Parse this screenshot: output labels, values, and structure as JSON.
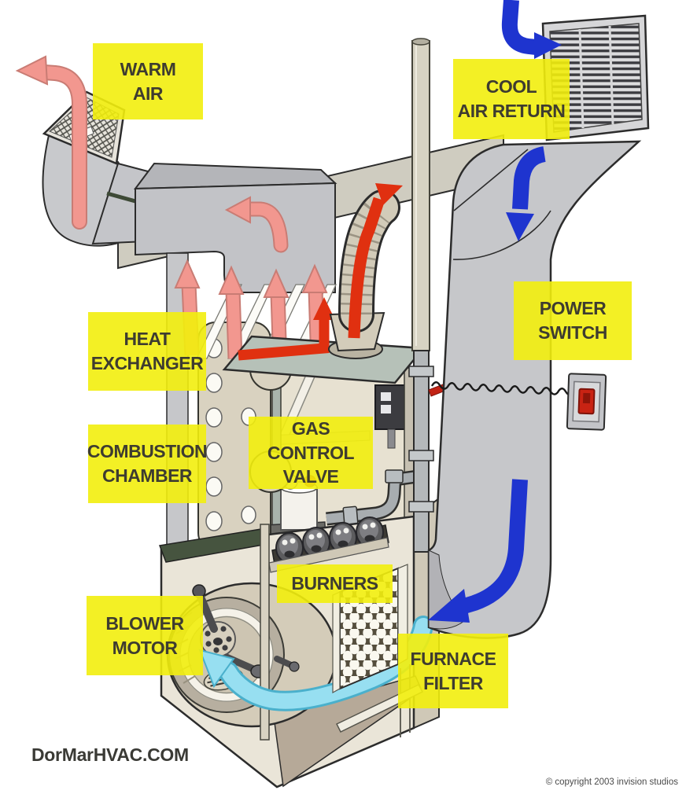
{
  "labels": {
    "warm_air": "WARM\nAIR",
    "cool_air_return": "COOL\nAIR RETURN",
    "heat_exchanger": "HEAT\nEXCHANGER",
    "combustion_chamber": "COMBUSTION\nCHAMBER",
    "gas_control_valve": "GAS CONTROL\nVALVE",
    "power_switch": "POWER\nSWITCH",
    "burners": "BURNERS",
    "blower_motor": "BLOWER\nMOTOR",
    "furnace_filter": "FURNACE\nFILTER"
  },
  "footer": {
    "website": "DorMarHVAC.COM",
    "copyright": "© copyright 2003 invision studios"
  },
  "colors": {
    "label_bg": "#f2ee0d",
    "label_text": "#3e3c30",
    "warm_air_arrow": "#f2978f",
    "flue_exhaust_arrow": "#e03010",
    "cool_air_arrow": "#1e34cf",
    "filtered_air_arrow": "#97dff1",
    "duct_gray": "#c6c7ca",
    "cabinet_beige": "#eae5d8"
  }
}
